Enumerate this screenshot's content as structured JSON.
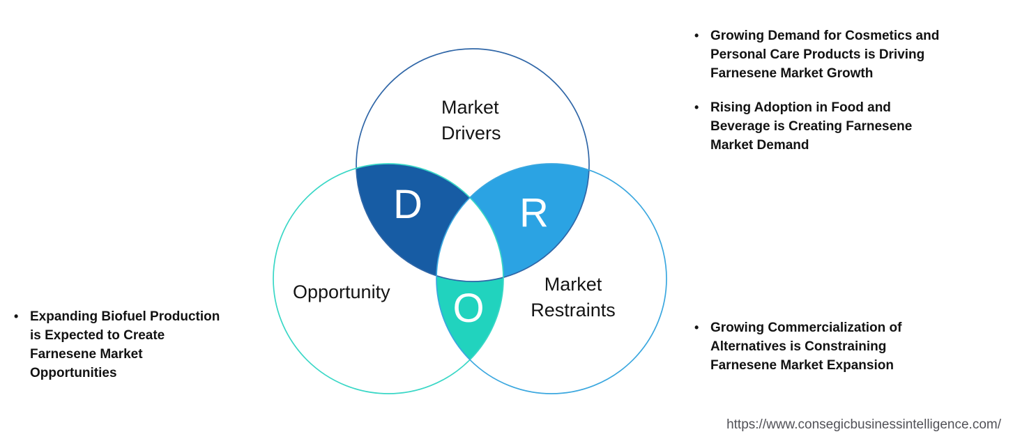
{
  "page": {
    "background": "#ffffff",
    "source_url": "https://www.consegicbusinessintelligence.com/"
  },
  "venn": {
    "drivers": {
      "label_lines": [
        "Market",
        "Drivers"
      ],
      "letter": "D",
      "outline_color": "#2F66A7",
      "overlap_fill": "#175CA4"
    },
    "restraints": {
      "label_lines": [
        "Market",
        "Restraints"
      ],
      "letter": "R",
      "outline_color": "#3AA7DF",
      "overlap_fill": "#2BA3E3"
    },
    "opportunity": {
      "label_lines": [
        "Opportunity"
      ],
      "letter": "O",
      "outline_color": "#39D7C6",
      "overlap_fill": "#21D3BE"
    },
    "center_fill": "#ffffff"
  },
  "bullets": {
    "marker": "•",
    "drivers": [
      [
        "Growing Demand for Cosmetics and",
        "Personal Care Products is Driving",
        "Farnesene Market Growth"
      ],
      [
        "Rising Adoption in Food and",
        "Beverage is Creating Farnesene",
        "Market Demand"
      ]
    ],
    "restraints": [
      [
        "Growing Commercialization of",
        "Alternatives is Constraining",
        "Farnesene Market Expansion"
      ]
    ],
    "opportunity": [
      [
        "Expanding Biofuel Production",
        "is Expected to Create",
        "Farnesene Market",
        "Opportunities"
      ]
    ]
  }
}
